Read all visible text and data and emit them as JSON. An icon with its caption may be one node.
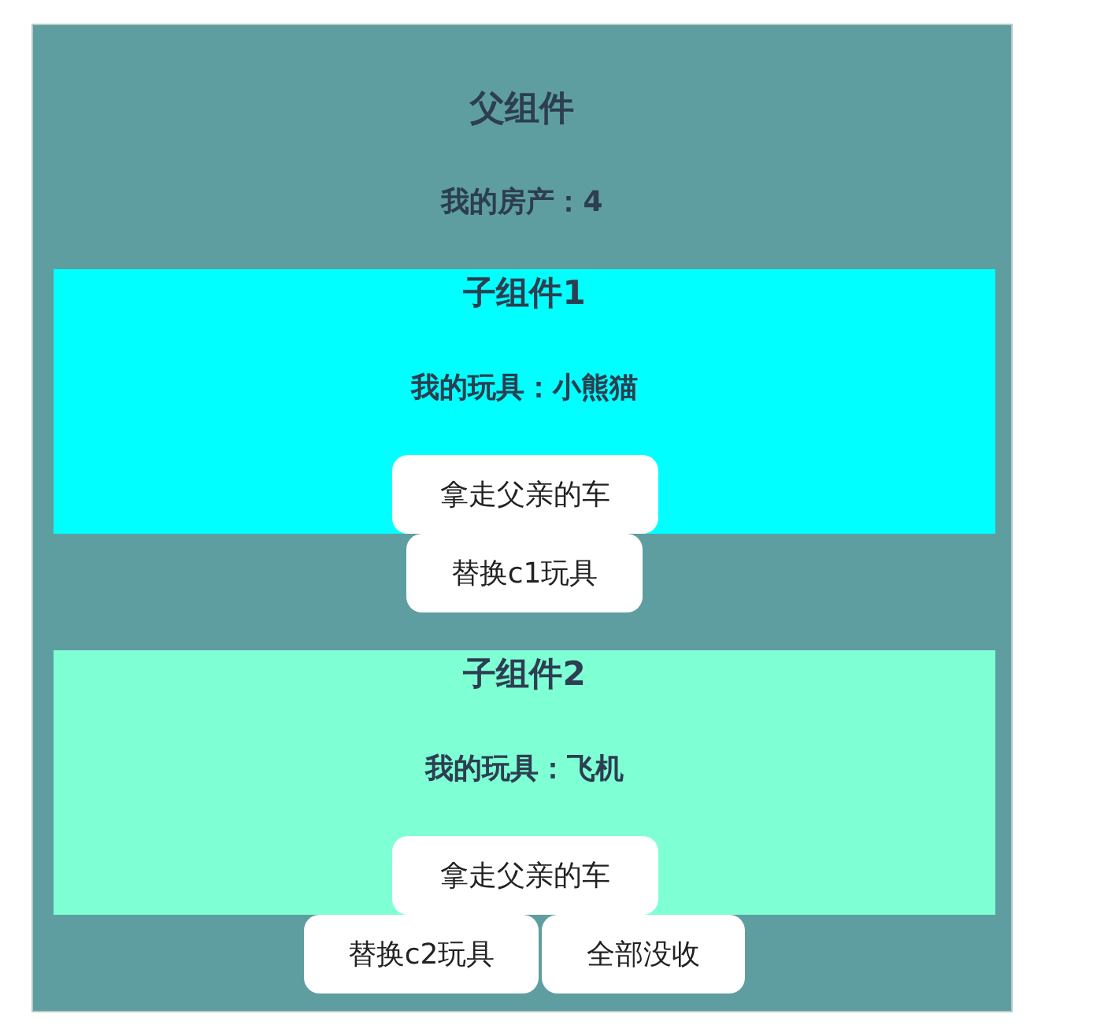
{
  "diagram": {
    "nodes": [
      {
        "text": [
          "父组件",
          "我的房产：4"
        ]
      },
      {
        "text": [
          "子组件1",
          "我的玩具：小熊猫"
        ],
        "in": 0
      },
      {
        "text": [
          "拿走父亲的车"
        ],
        "in": 1
      },
      {
        "text": [
          "替换c1玩具"
        ],
        "in": 0
      },
      {
        "text": [
          "子组件2",
          "我的玩具：飞机"
        ],
        "in": 0
      },
      {
        "text": [
          "拿走父亲的车"
        ],
        "in": 4
      },
      {
        "text": [
          "替换c2玩具"
        ],
        "in": 0
      },
      {
        "text": [
          "全部没收"
        ],
        "in": 0
      }
    ]
  }
}
